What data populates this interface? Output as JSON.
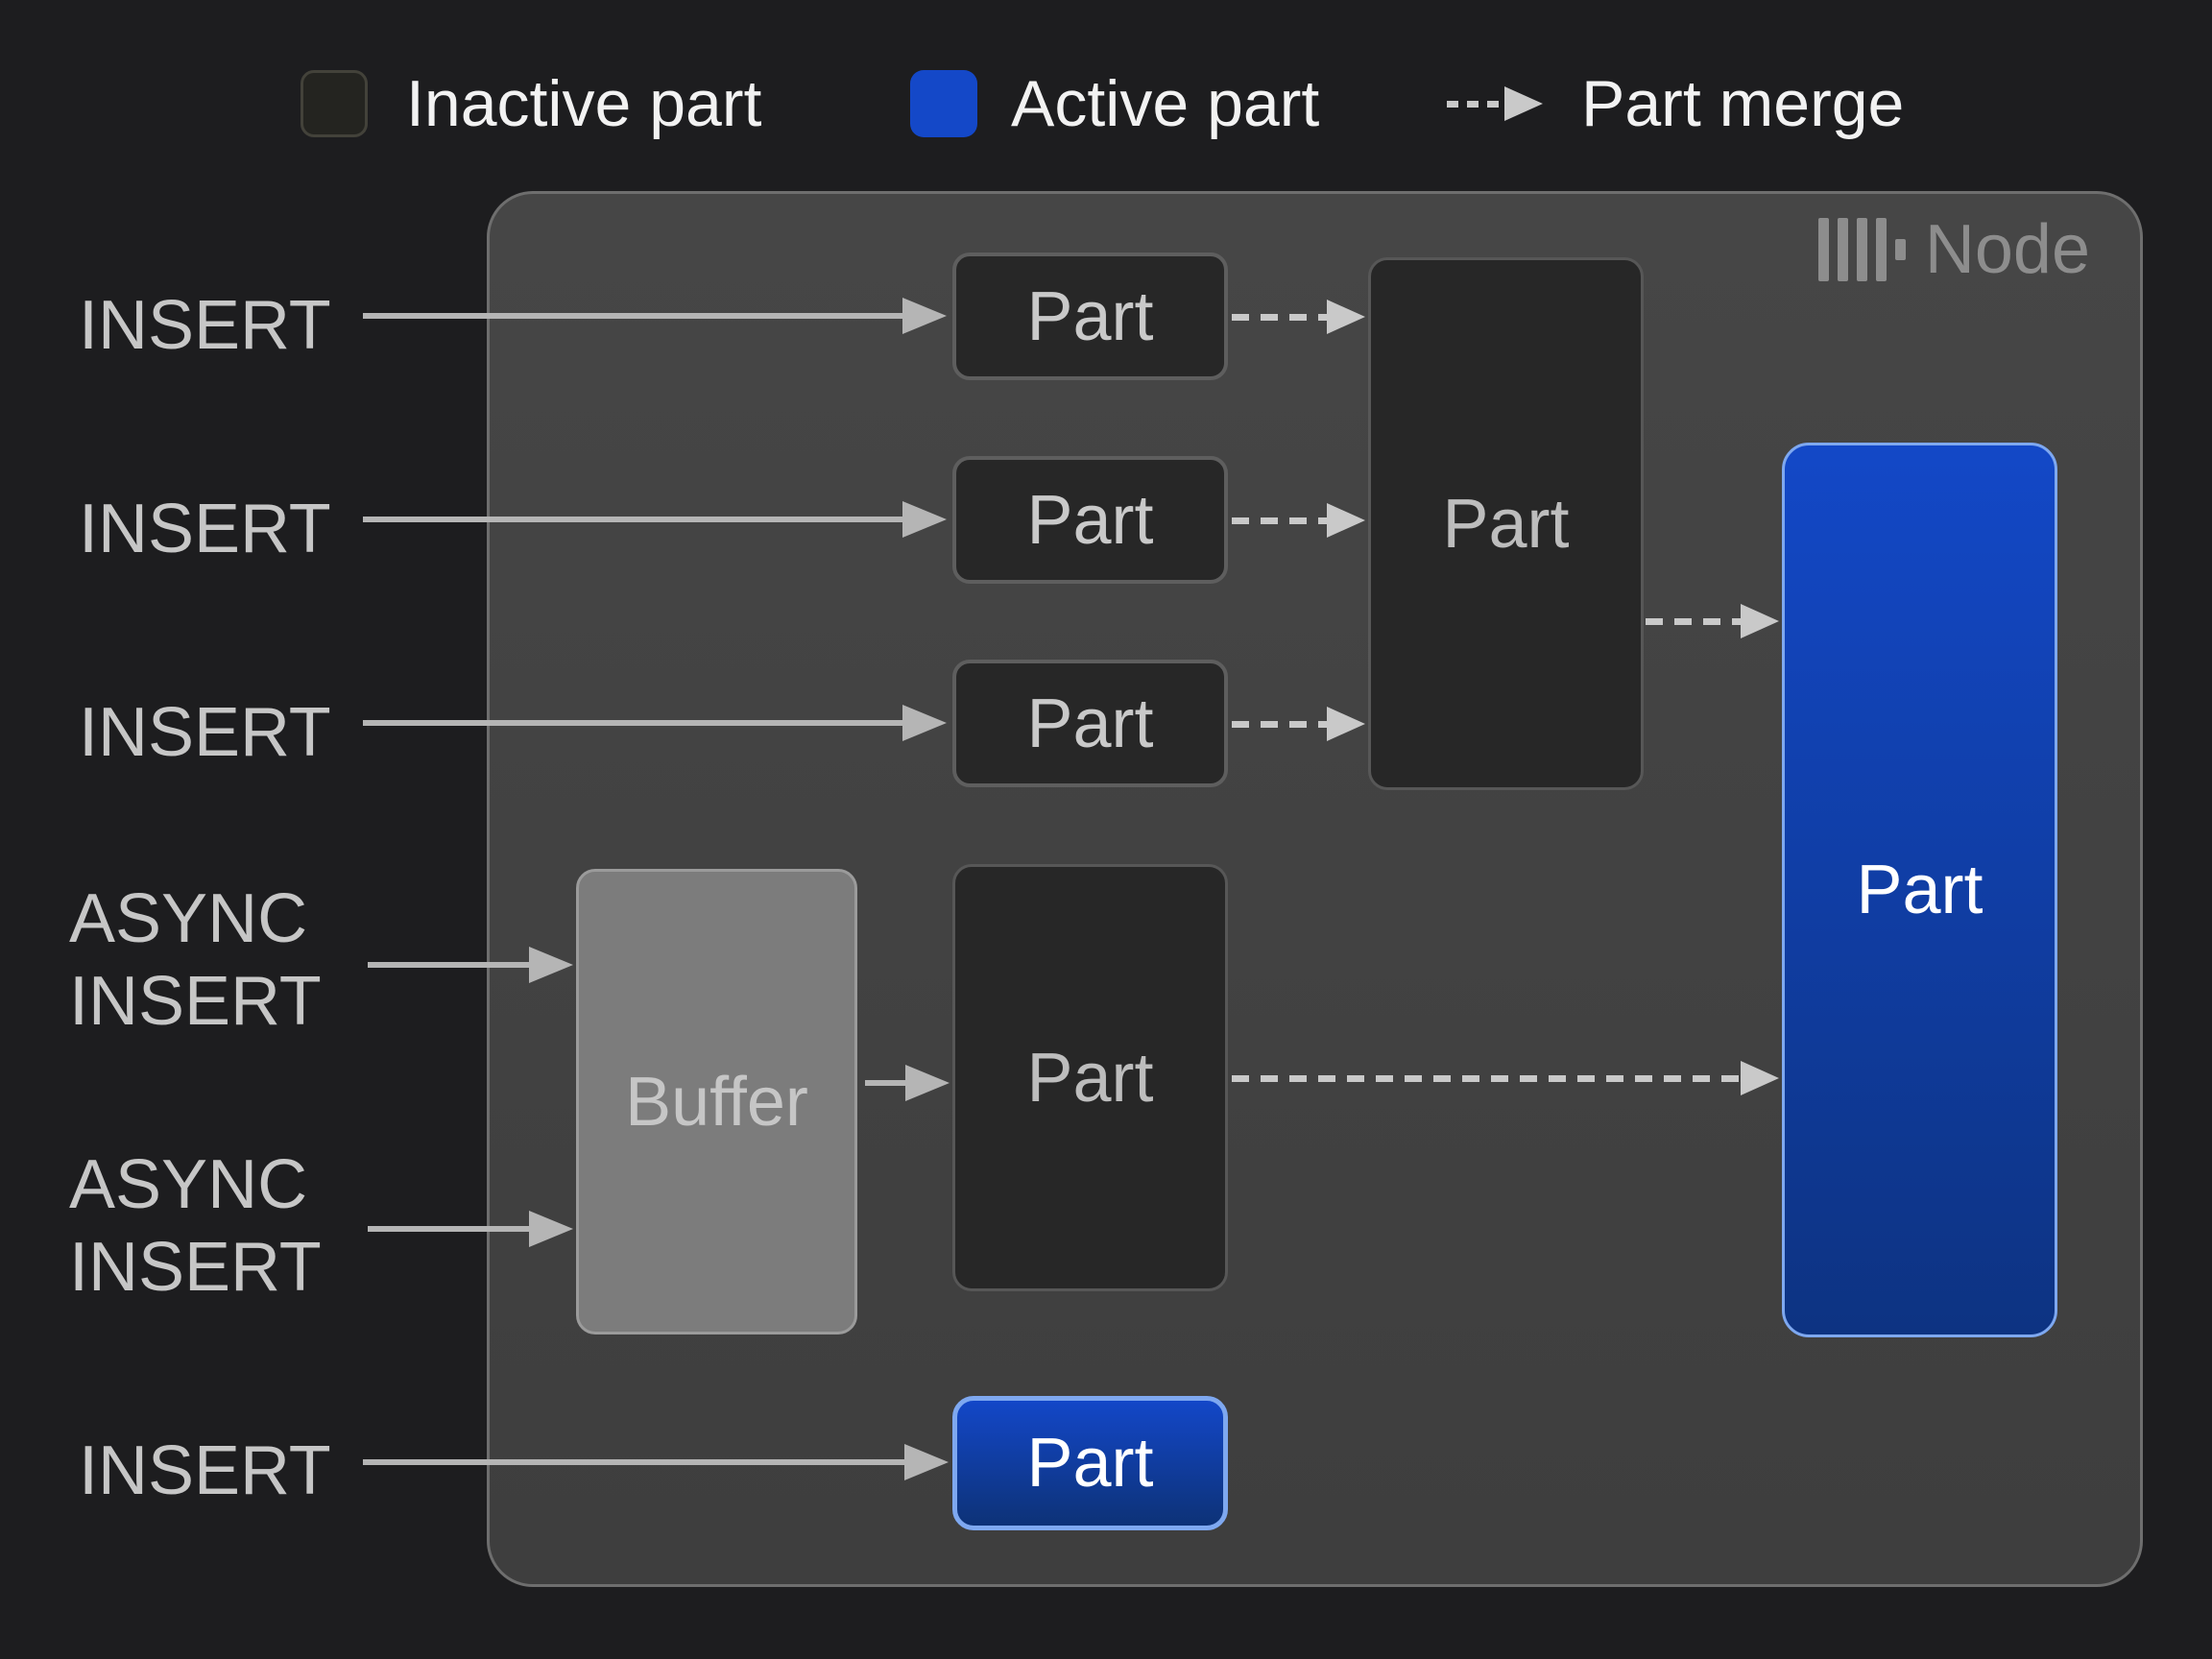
{
  "legend": {
    "inactive": {
      "label": "Inactive part",
      "swatch_icon": "inactive-part-swatch"
    },
    "active": {
      "label": "Active part",
      "swatch_icon": "active-part-swatch"
    },
    "merge": {
      "label": "Part merge",
      "swatch_icon": "dashed-arrow-icon"
    }
  },
  "node": {
    "label": "Node",
    "icon": "clickhouse-logo-icon"
  },
  "inputs": {
    "insert_1": "INSERT",
    "insert_2": "INSERT",
    "insert_3": "INSERT",
    "async_1": "ASYNC\nINSERT",
    "async_2": "ASYNC\nINSERT",
    "insert_4": "INSERT"
  },
  "boxes": {
    "part_small_1": "Part",
    "part_small_2": "Part",
    "part_small_3": "Part",
    "part_merged": "Part",
    "buffer": "Buffer",
    "part_buffered": "Part",
    "part_active_large": "Part",
    "part_active_small": "Part"
  },
  "colors": {
    "background": "#1d1d1f",
    "node_fill": "#424242",
    "node_border": "#6e6e6e",
    "node_label": "#8d8d8d",
    "inactive_part_fill": "#272727",
    "inactive_part_border": "#5e5e5e",
    "inactive_part_text": "#c9c9c9",
    "active_part_top": "#1348c7",
    "active_part_bottom": "#0d3382",
    "active_part_border": "#7ea8f0",
    "buffer_fill": "#7c7c7c",
    "buffer_border": "#9b9b9b",
    "insert_label": "#c6c6c6",
    "solid_arrow": "#b5b5b5",
    "dashed_arrow": "#c9c9c9",
    "legend_text": "#f2f2f2",
    "legend_inactive_fill": "#242420",
    "legend_inactive_border": "#43423a",
    "legend_active_fill": "#1448c8"
  }
}
